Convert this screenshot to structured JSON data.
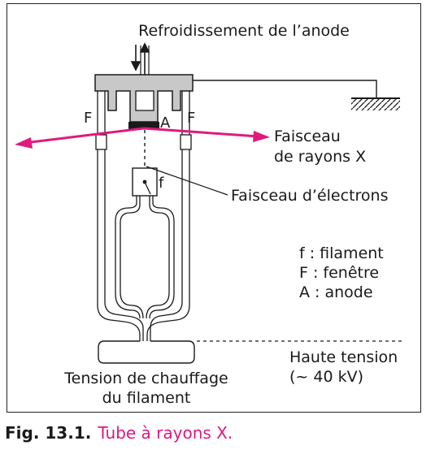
{
  "title": "Refroidissement de l’anode",
  "labels": {
    "f_marker": "f",
    "F_left": "F",
    "A_marker": "A",
    "F_right": "F",
    "xray_beam": [
      "Faisceau",
      "de rayons X"
    ],
    "electron_beam": "Faisceau d’électrons",
    "legend": [
      "f : filament",
      "F : fenêtre",
      "A : anode"
    ],
    "high_voltage": [
      "Haute tension",
      "(~ 40 kV)"
    ],
    "heating_voltage": [
      "Tension de chauffage",
      "du filament"
    ]
  },
  "caption": {
    "number": "Fig. 13.1.",
    "text": "Tube à rayons X."
  },
  "colors": {
    "xray": "#e0197d",
    "anode": "#c8c8c8",
    "line": "#1a1a1a"
  }
}
